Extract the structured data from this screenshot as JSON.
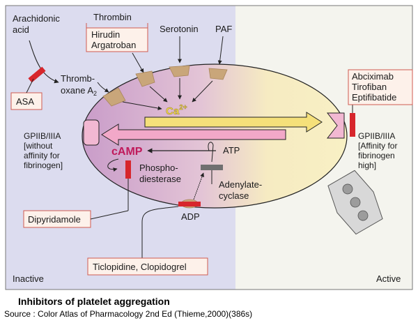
{
  "labels": {
    "arachidonic": "Arachidonic",
    "acid": "acid",
    "thrombin": "Thrombin",
    "hirudin": "Hirudin",
    "argatroban": "Argatroban",
    "serotonin": "Serotonin",
    "paf": "PAF",
    "thromb_line1": "Thromb-",
    "thromb_line2": "oxane A",
    "thromb_sub": "2",
    "asa": "ASA",
    "ca": "Ca",
    "ca_sup": "2+",
    "abciximab": "Abciximab",
    "tirofiban": "Tirofiban",
    "eptifibatide": "Eptifibatide",
    "gp_left_1": "GPIIB/IIIA",
    "gp_left_2": "[without",
    "gp_left_3": "affinity for",
    "gp_left_4": "fibrinogen]",
    "gp_right_1": "GPIIB/IIIA",
    "gp_right_2": "[Affinity for",
    "gp_right_3": "fibrinogen",
    "gp_right_4": "high]",
    "camp": "cAMP",
    "atp": "ATP",
    "phospho_1": "Phospho-",
    "phospho_2": "diesterase",
    "adenylate_1": "Adenylate-",
    "adenylate_2": "cyclase",
    "adp": "ADP",
    "dipyridamole": "Dipyridamole",
    "ticlopidine": "Ticlopidine, Clopidogrel",
    "inactive": "Inactive",
    "active": "Active"
  },
  "caption": {
    "title": "Inhibitors of platelet aggregation",
    "source": "Source : Color Atlas of Pharmacology 2nd Ed (Thieme,2000)(386s)"
  },
  "colors": {
    "inactive_bg": "#dcdcef",
    "active_bg": "#f4f4ee",
    "cell_left": "#cfa3cf",
    "cell_right": "#f7eebc",
    "drug_border": "#d05a50",
    "drug_fill": "#fdf1ea",
    "inhibitor_red": "#d7262c",
    "receptor_tan": "#c9a67a",
    "camp_pink": "#c0195a",
    "arrow_yellow": "#f5e07a",
    "arrow_pink": "#f2a8c8"
  }
}
